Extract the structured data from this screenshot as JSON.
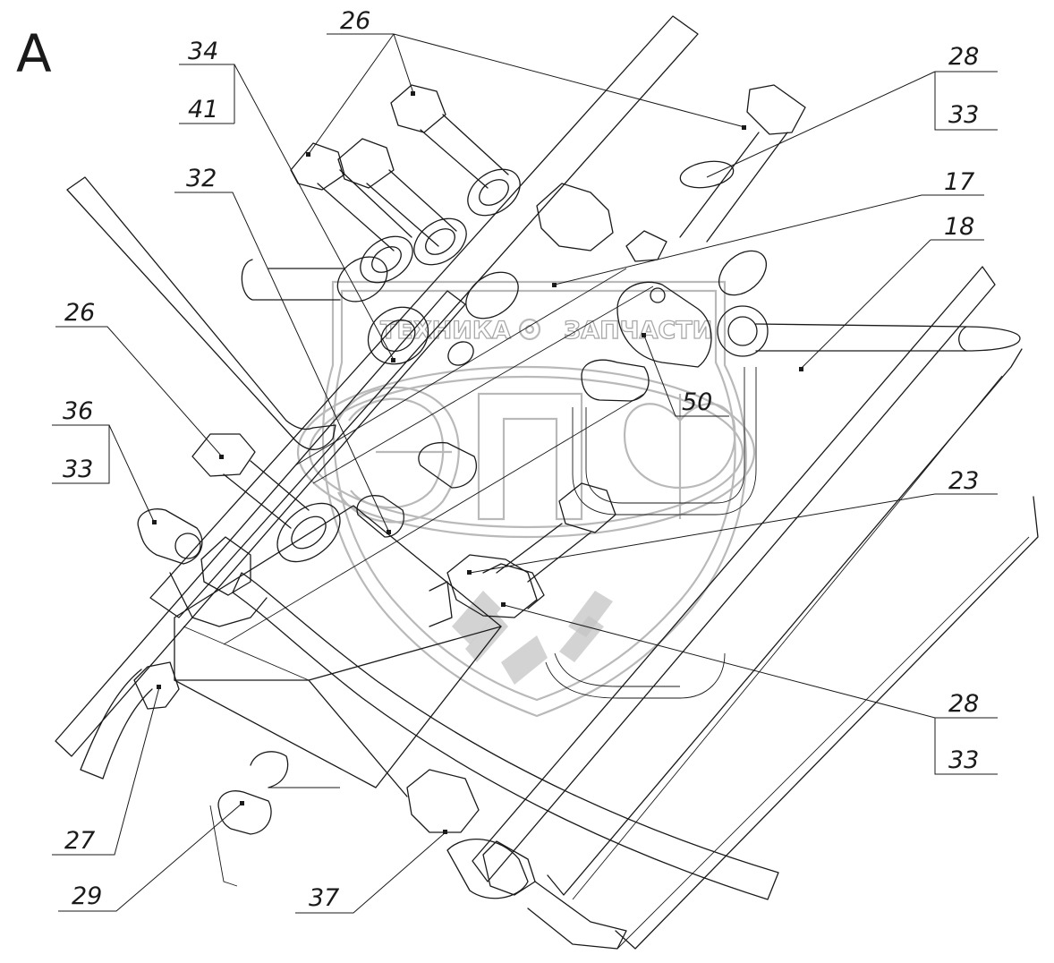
{
  "view_label": "A",
  "watermark": {
    "text_left": "ТЕХНИКА",
    "text_right": "ЗАПЧАСТИ",
    "logo_letters": "ЭПФ"
  },
  "callouts": [
    {
      "id": "c26a",
      "top": "26"
    },
    {
      "id": "c34-41",
      "top": "34",
      "bottom": "41"
    },
    {
      "id": "c28-33a",
      "top": "28",
      "bottom": "33"
    },
    {
      "id": "c32",
      "top": "32"
    },
    {
      "id": "c17",
      "top": "17"
    },
    {
      "id": "c18",
      "top": "18"
    },
    {
      "id": "c26b",
      "top": "26"
    },
    {
      "id": "c36-33",
      "top": "36",
      "bottom": "33"
    },
    {
      "id": "c50",
      "top": "50"
    },
    {
      "id": "c23",
      "top": "23"
    },
    {
      "id": "c28-33b",
      "top": "28",
      "bottom": "33"
    },
    {
      "id": "c27",
      "top": "27"
    },
    {
      "id": "c29",
      "top": "29"
    },
    {
      "id": "c37",
      "top": "37"
    }
  ]
}
